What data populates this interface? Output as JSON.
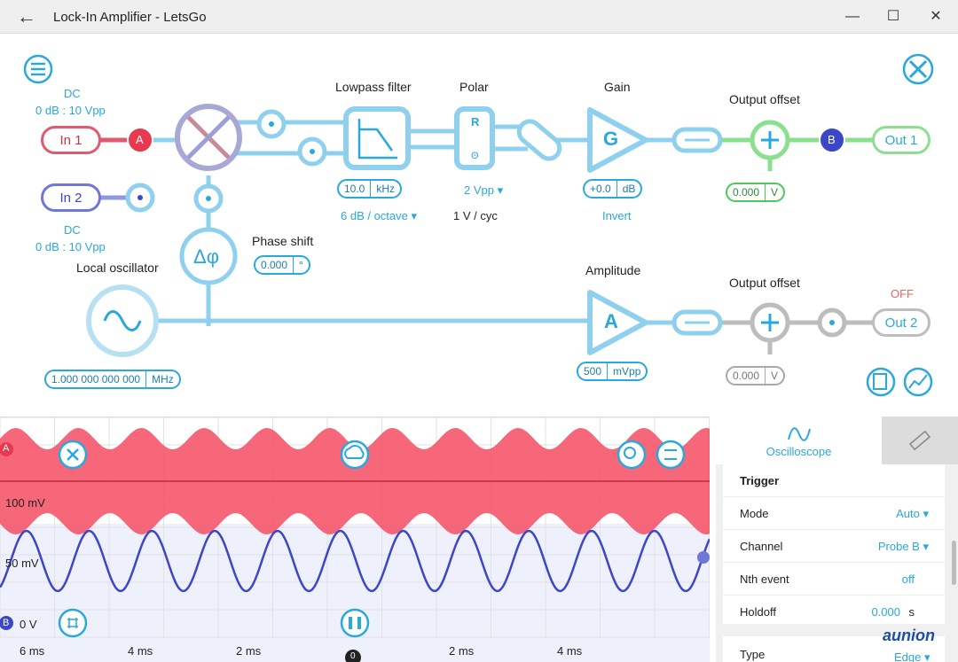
{
  "window": {
    "title": "Lock-In Amplifier - LetsGo",
    "back_glyph": "←",
    "minimize_glyph": "—",
    "maximize_glyph": "☐",
    "close_glyph": "✕"
  },
  "inputs": {
    "in1": {
      "label": "In 1",
      "coupling": "DC",
      "range": "0 dB : 10 Vpp",
      "probe": "A"
    },
    "in2": {
      "label": "In 2",
      "coupling": "DC",
      "range": "0 dB : 10 Vpp"
    }
  },
  "blocks": {
    "lowpass": {
      "title": "Lowpass filter",
      "value": "10.0",
      "unit": "kHz",
      "slope": "6 dB / octave ▾"
    },
    "polar": {
      "title": "Polar",
      "r": "R",
      "theta": "Θ",
      "range": "2 Vpp ▾",
      "scale": "1 V / cyc"
    },
    "gain": {
      "title": "Gain",
      "symbol": "G",
      "value": "+0.0",
      "unit": "dB",
      "invert": "Invert"
    },
    "output_offset_1": {
      "title": "Output offset",
      "value": "0.000",
      "unit": "V"
    },
    "output_offset_2": {
      "title": "Output offset",
      "value": "0.000",
      "unit": "V"
    },
    "phase_shift": {
      "title": "Phase shift",
      "value": "0.000",
      "unit": "°",
      "symbol": "Δφ"
    },
    "local_oscillator": {
      "title": "Local oscillator",
      "value": "1.000 000 000 000",
      "unit": "MHz"
    },
    "amplitude": {
      "title": "Amplitude",
      "symbol": "A",
      "value": "500",
      "unit": "mVpp"
    }
  },
  "outputs": {
    "out1": {
      "label": "Out 1",
      "probe": "B"
    },
    "out2": {
      "label": "Out 2",
      "state": "OFF"
    }
  },
  "scope": {
    "channel_a_label": "A",
    "channel_b_label": "B",
    "scale_a": "100 mV",
    "scale_b": "50 mV",
    "zero_b": "0 V",
    "time_ticks": [
      "6 ms",
      "4 ms",
      "2 ms",
      "2 ms",
      "4 ms"
    ],
    "trigger_marker": "0",
    "colors": {
      "channel_a": "#f4566a",
      "channel_b": "#3b46c8",
      "accent": "#29a8de"
    }
  },
  "panel": {
    "tab_oscilloscope": "Oscilloscope",
    "section_trigger": "Trigger",
    "rows": [
      {
        "key": "Mode",
        "value": "Auto ▾"
      },
      {
        "key": "Channel",
        "value": "Probe B ▾"
      },
      {
        "key": "Nth event",
        "value": "off"
      },
      {
        "key": "Holdoff",
        "value": "0.000",
        "unit": "s"
      }
    ],
    "type_row": {
      "key": "Type",
      "value": "Edge ▾"
    },
    "watermark": "aunion"
  }
}
